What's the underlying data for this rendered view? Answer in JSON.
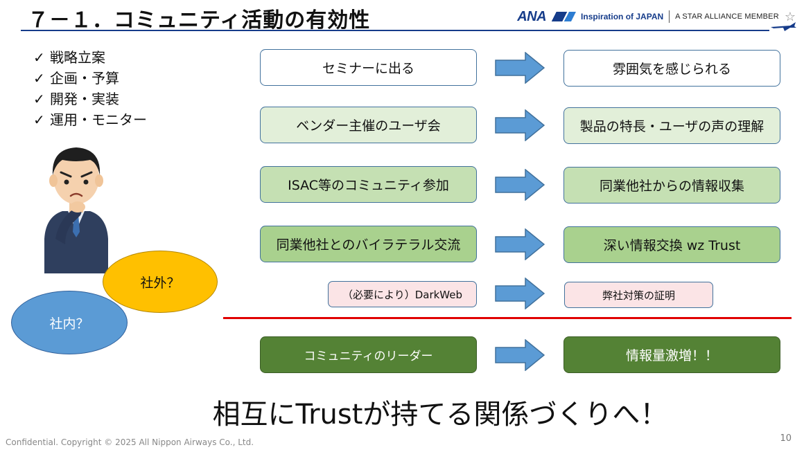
{
  "header": {
    "title": "７－１．コミュニティ活動の有効性",
    "logo_ana": "ANA",
    "logo_inspiration": "Inspiration of JAPAN",
    "logo_staralliance": "A STAR ALLIANCE MEMBER"
  },
  "checklist": {
    "items": [
      {
        "mark": "✓",
        "label": "戦略立案"
      },
      {
        "mark": "✓",
        "label": "企画・予算"
      },
      {
        "mark": "✓",
        "label": "開発・実装"
      },
      {
        "mark": "✓",
        "label": "運用・モニター"
      }
    ]
  },
  "bubbles": {
    "outside": "社外？",
    "inside": "社内？"
  },
  "flows": [
    {
      "from": "セミナーに出る",
      "to": "雰囲気を感じられる"
    },
    {
      "from": "ベンダー主催のユーザ会",
      "to": "製品の特長・ユーザの声の理解"
    },
    {
      "from": "ISAC等のコミュニティ参加",
      "to": "同業他社からの情報収集"
    },
    {
      "from": "同業他社とのバイラテラル交流",
      "to": "深い情報交換 wz Trust"
    },
    {
      "from": "（必要により）DarkWeb",
      "to": "弊社対策の証明"
    },
    {
      "from": "コミュニティのリーダー",
      "to": "情報量激増！！"
    }
  ],
  "slogan": "相互にTrustが持てる関係づくりへ！",
  "footer": {
    "copyright": "Confidential. Copyright © 2025 All Nippon Airways Co., Ltd.",
    "page_number": "10"
  },
  "colors": {
    "accent_blue": "#163c8a",
    "arrow_blue": "#5b9bd5",
    "divider_red": "#e00000",
    "leader_green": "#548235",
    "bubble_yellow": "#ffc000"
  }
}
